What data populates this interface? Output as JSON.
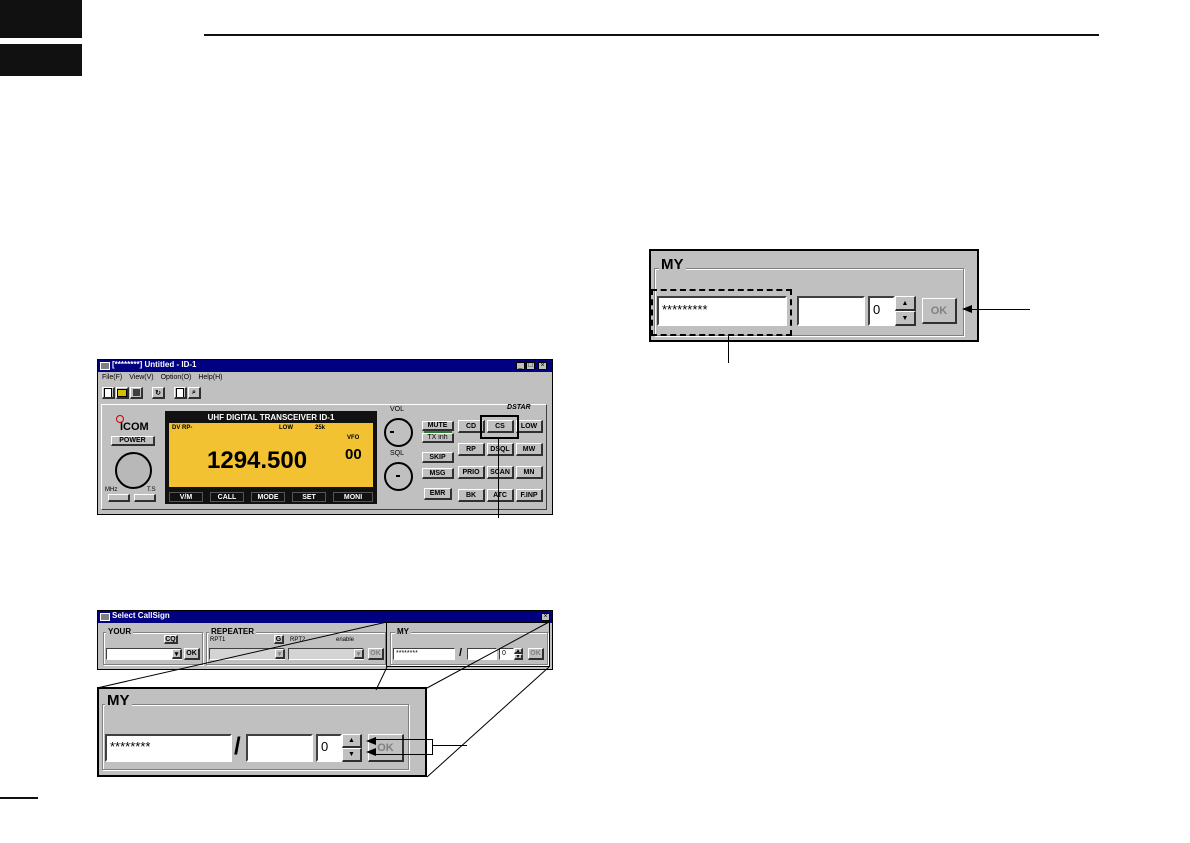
{
  "transceiver_window": {
    "title": "[********] Untitled - ID-1",
    "menu": [
      "File(F)",
      "View(V)",
      "Option(O)",
      "Help(H)"
    ],
    "brand": "ICOM",
    "power_label": "POWER",
    "dial_labels": {
      "mhz": "MHz",
      "ts": "T.S"
    },
    "lcd": {
      "header": "UHF DIGITAL TRANSCEIVER   ID-1",
      "mode": "DV  RP-",
      "power": "LOW",
      "step": "25k",
      "vfo_label": "VFO",
      "frequency": "1294.500",
      "channel": "00",
      "soft_keys": [
        "V/M",
        "CALL",
        "MODE",
        "SET",
        "MONI"
      ]
    },
    "vol_label": "VOL",
    "sql_label": "SQL",
    "side_buttons": [
      "MUTE",
      "TX inh",
      "SKIP",
      "MSG",
      "EMR"
    ],
    "dstar_logo": "STAR",
    "keypad": [
      [
        "CD",
        "CS",
        "LOW"
      ],
      [
        "RP",
        "DSQL",
        "MW"
      ],
      [
        "PRIO",
        "SCAN",
        "MN"
      ],
      [
        "BK",
        "ATC",
        "F.INP"
      ]
    ]
  },
  "callsign_window": {
    "title": "Select CallSign",
    "your": {
      "label": "YOUR",
      "cq_button": "CQ",
      "ok_button": "OK"
    },
    "repeater": {
      "label": "REPEATER",
      "rpt1_label": "RPT1",
      "g_button": "G",
      "rpt2_label": "RPT2",
      "enable_label": "enable",
      "ok_button": "OK"
    },
    "my": {
      "label": "MY",
      "callsign": "********",
      "separator": "/",
      "suffix_value": "",
      "spin_value": "0",
      "ok_button": "OK"
    }
  },
  "zoom_my_bottom": {
    "label": "MY",
    "callsign": "********",
    "separator": "/",
    "suffix_value": "",
    "spin_value": "0",
    "ok_button": "OK"
  },
  "zoom_my_right": {
    "label": "MY",
    "callsign": "*********",
    "suffix_value": "",
    "spin_value": "0",
    "ok_button": "OK"
  }
}
